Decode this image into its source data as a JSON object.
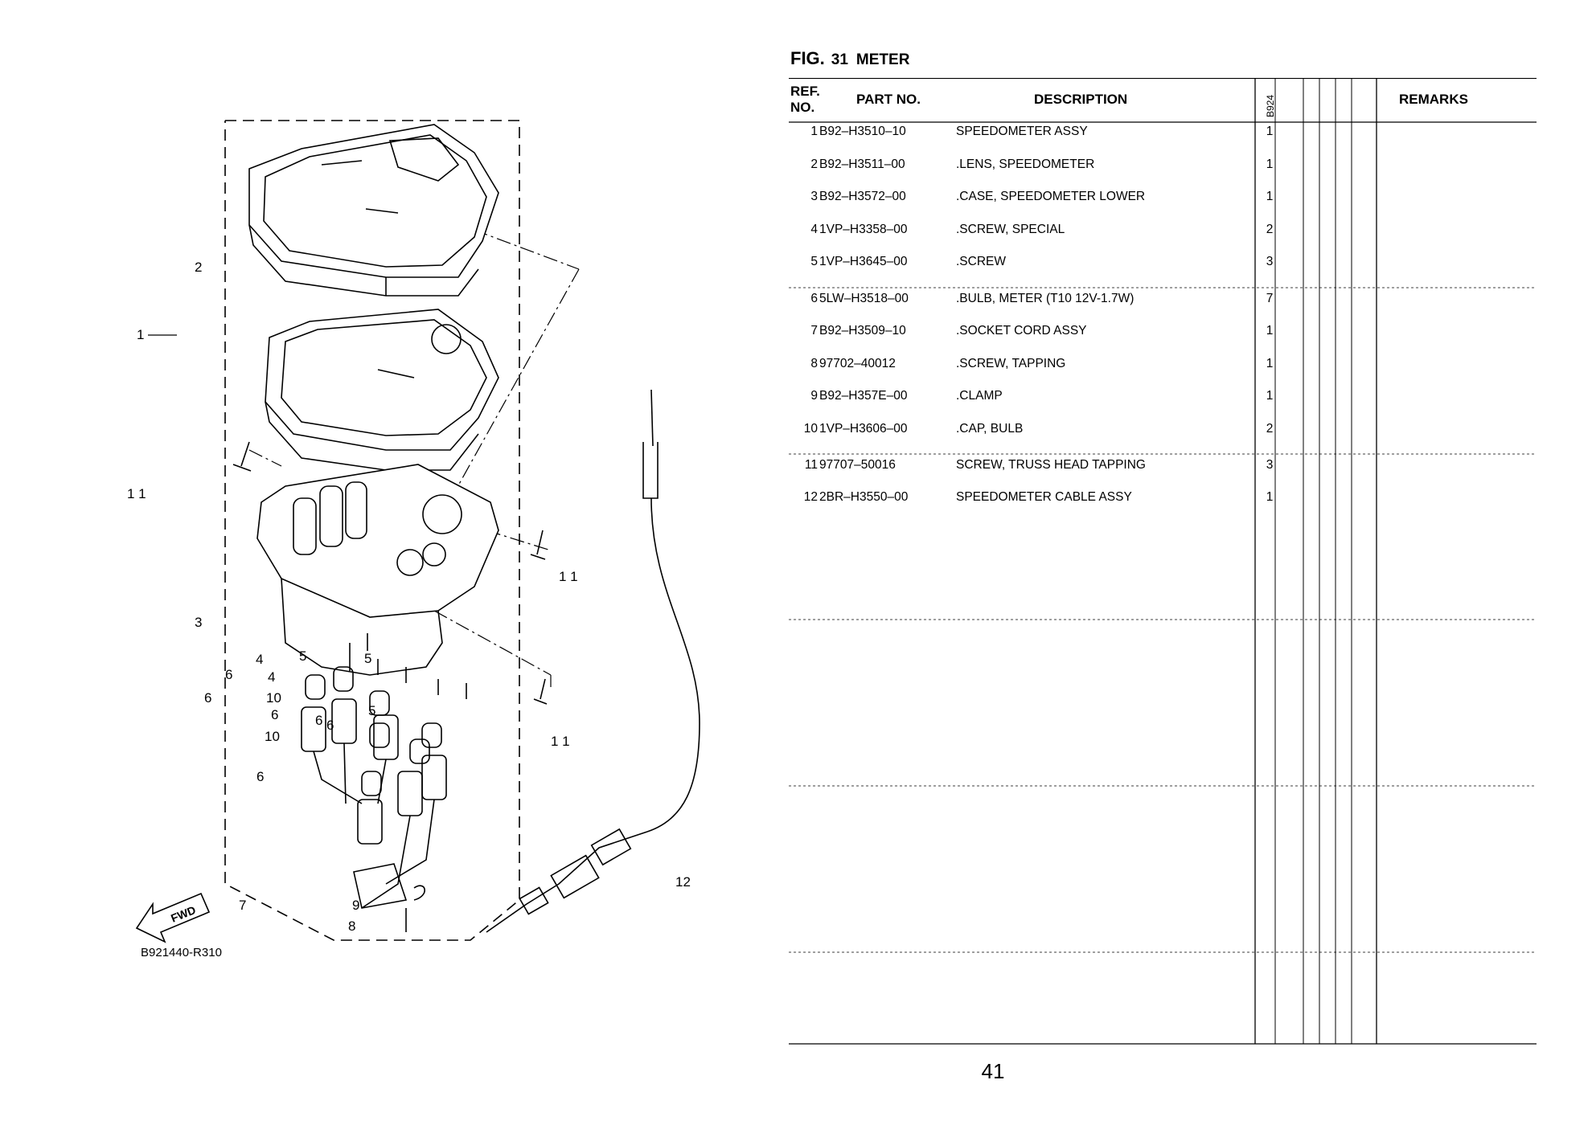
{
  "figure": {
    "fig_label": "FIG.",
    "number": "31",
    "title": "METER"
  },
  "diagram": {
    "code": "B921440-R310",
    "fwd_label": "FWD",
    "callouts": [
      "1",
      "2",
      "3",
      "4",
      "4",
      "5",
      "5",
      "6",
      "6",
      "6",
      "6",
      "6",
      "6",
      "7",
      "8",
      "9",
      "10",
      "10",
      "11",
      "11",
      "11",
      "12"
    ]
  },
  "table": {
    "headers": {
      "ref_no": "REF.\nNO.",
      "ref_line1": "REF.",
      "ref_line2": "NO.",
      "part_no": "PART NO.",
      "description": "DESCRIPTION",
      "model": "B924",
      "remarks": "REMARKS"
    },
    "rows": [
      {
        "ref": "1",
        "part_no": "B92–H3510–10",
        "description": "SPEEDOMETER ASSY",
        "qty": "1"
      },
      {
        "ref": "2",
        "part_no": "B92–H3511–00",
        "description": ".LENS, SPEEDOMETER",
        "qty": "1"
      },
      {
        "ref": "3",
        "part_no": "B92–H3572–00",
        "description": ".CASE, SPEEDOMETER LOWER",
        "qty": "1"
      },
      {
        "ref": "4",
        "part_no": "1VP–H3358–00",
        "description": ".SCREW, SPECIAL",
        "qty": "2"
      },
      {
        "ref": "5",
        "part_no": "1VP–H3645–00",
        "description": ".SCREW",
        "qty": "3"
      },
      {
        "ref": "6",
        "part_no": "5LW–H3518–00",
        "description": ".BULB, METER (T10 12V-1.7W)",
        "qty": "7"
      },
      {
        "ref": "7",
        "part_no": "B92–H3509–10",
        "description": ".SOCKET CORD ASSY",
        "qty": "1"
      },
      {
        "ref": "8",
        "part_no": "97702–40012",
        "description": ".SCREW, TAPPING",
        "qty": "1"
      },
      {
        "ref": "9",
        "part_no": "B92–H357E–00",
        "description": ".CLAMP",
        "qty": "1"
      },
      {
        "ref": "10",
        "part_no": "1VP–H3606–00",
        "description": ".CAP, BULB",
        "qty": "2"
      },
      {
        "ref": "11",
        "part_no": "97707–50016",
        "description": "SCREW, TRUSS HEAD TAPPING",
        "qty": "3"
      },
      {
        "ref": "12",
        "part_no": "2BR–H3550–00",
        "description": "SPEEDOMETER CABLE ASSY",
        "qty": "1"
      }
    ]
  },
  "page_number": "41"
}
